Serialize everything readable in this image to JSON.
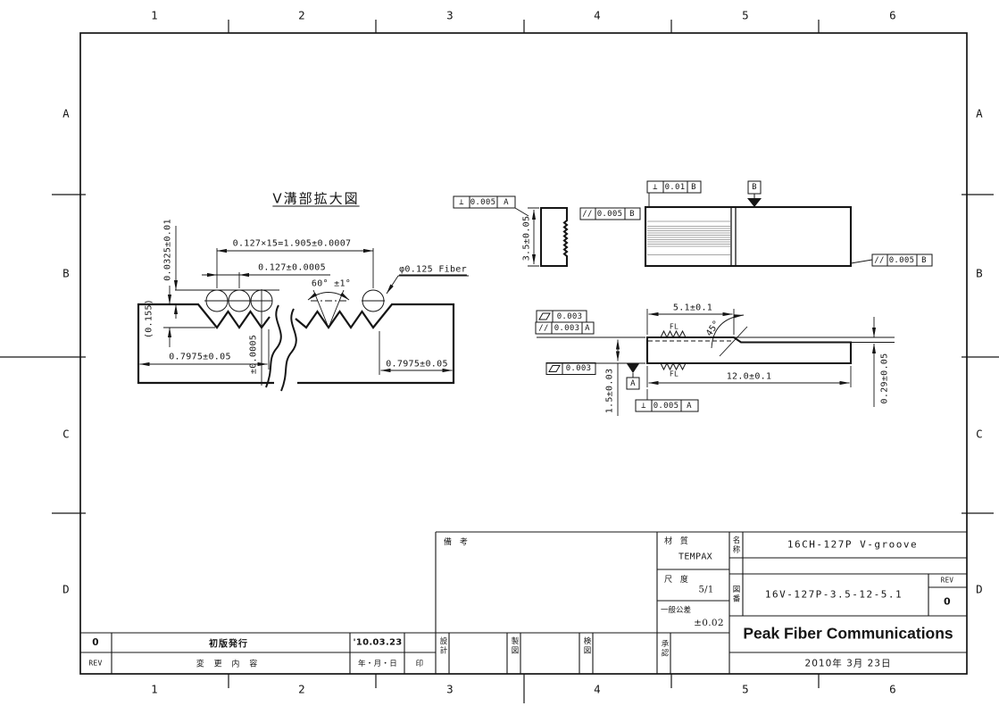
{
  "border": {
    "columns": [
      "1",
      "2",
      "3",
      "4",
      "5",
      "6"
    ],
    "rows": [
      "A",
      "B",
      "C",
      "D"
    ]
  },
  "detail_view": {
    "title": "V溝部拡大図",
    "dim_protrusion": "0.0325±0.01",
    "dim_pitch_total": "0.127×15=1.905±0.0007",
    "dim_pitch": "0.127±0.0005",
    "dim_angle": "60° ±1°",
    "fiber_label": "φ0.125 Fiber",
    "dim_depth": "(0.155)",
    "dim_groove_tol": "±0.0005",
    "dim_edge_left": "0.7975±0.05",
    "dim_edge_right": "0.7975±0.05"
  },
  "end_view": {
    "dim_height": "3.5±0.05",
    "fcf_perpendicularity": {
      "symbol": "⊥",
      "tolerance": "0.005",
      "datum": "A"
    }
  },
  "top_view": {
    "fcf_perpendicularity": {
      "symbol": "⊥",
      "tolerance": "0.01",
      "datum": "B"
    },
    "fcf_parallelism_left": {
      "symbol": "//",
      "tolerance": "0.005",
      "datum": "B"
    },
    "fcf_parallelism_right": {
      "symbol": "//",
      "tolerance": "0.005",
      "datum": "B"
    },
    "datum_label": "B"
  },
  "side_view": {
    "dim_top": "5.1±0.1",
    "dim_length": "12.0±0.1",
    "dim_thickness": "1.5±0.03",
    "dim_step": "0.29±0.05",
    "dim_chamfer_angle": "45°",
    "finish_top": "FL",
    "finish_bottom": "FL",
    "fcf_flatness_top": {
      "symbol": "▱",
      "tolerance": "0.003"
    },
    "fcf_parallelism": {
      "symbol": "//",
      "tolerance": "0.003",
      "datum": "A"
    },
    "fcf_flatness_bottom": {
      "symbol": "▱",
      "tolerance": "0.003"
    },
    "fcf_perpendicularity": {
      "symbol": "⊥",
      "tolerance": "0.005",
      "datum": "A"
    },
    "datum_label": "A"
  },
  "title_block": {
    "remarks_label": "備 考",
    "material_label": "材 質",
    "material": "TEMPAX",
    "scale_label": "尺 度",
    "scale": "5/1",
    "tolerance_label": "一般公差",
    "tolerance": "±0.02",
    "approval_label": "承認",
    "design_label": "設計",
    "drafting_label": "製図",
    "checking_label": "検図",
    "name_label": "名称",
    "part_name": "16CH-127P V-groove",
    "dwg_no_label": "図番",
    "dwg_no": "16V-127P-3.5-12-5.1",
    "rev_label": "REV",
    "rev": "0",
    "company": "Peak Fiber Communications",
    "date": "2010年 3月 23日"
  },
  "revision_table": {
    "rows": [
      {
        "rev": "0",
        "description": "初版発行",
        "date": "'10.03.23",
        "stamp": ""
      },
      {
        "rev": "REV",
        "description": "変 更 内 容",
        "date": "年・月・日",
        "stamp": "印"
      }
    ]
  },
  "colors": {
    "line": "#161616",
    "hatch": "#8a8a8a",
    "paper": "#ffffff"
  }
}
